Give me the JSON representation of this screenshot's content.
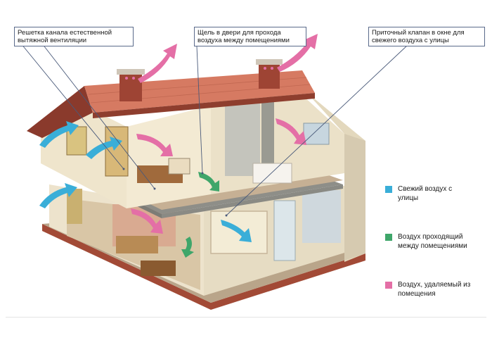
{
  "callouts": {
    "exhaust_grille": "Решетка канала естественной\nвытяжной вентиляции",
    "door_gap": "Щель в двери для прохода\nвоздуха между помещениями",
    "window_valve": "Приточный клапан в окне для\nсвежего воздуха с улицы"
  },
  "legend": [
    {
      "label": "Свежий воздух с\nулицы",
      "color": "#3aaed8"
    },
    {
      "label": "Воздух проходящий\nмежду помещениями",
      "color": "#3fa66a"
    },
    {
      "label": "Воздух, удаляемый из\nпомещения",
      "color": "#e46fa6"
    }
  ],
  "colors": {
    "roof": "#d4745e",
    "brick": "#a94a3a",
    "wall": "#f2ead8",
    "floor": "#c7b394",
    "slab": "#9a9a95",
    "fresh_air": "#3aaed8",
    "transfer_air": "#3fa66a",
    "exhaust_air": "#e46fa6"
  }
}
